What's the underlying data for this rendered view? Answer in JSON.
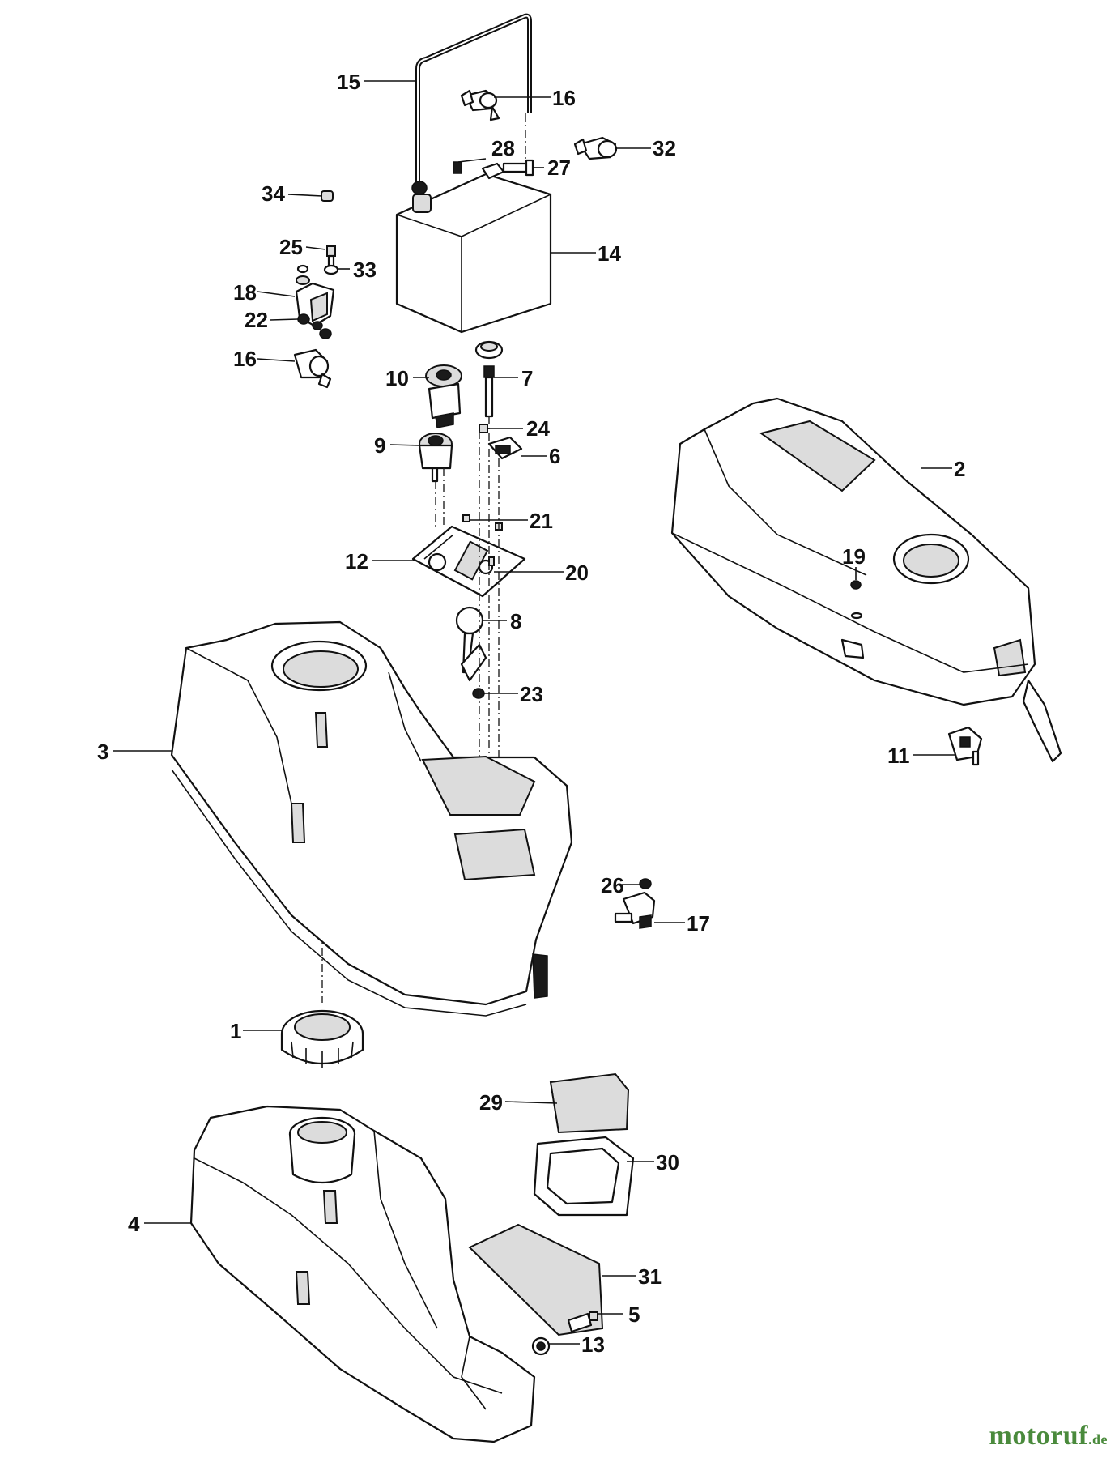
{
  "watermark": {
    "brand": "motoruf",
    "tld": ".de"
  },
  "callouts": {
    "c1": "1",
    "c2": "2",
    "c3": "3",
    "c4": "4",
    "c5": "5",
    "c6": "6",
    "c7": "7",
    "c8": "8",
    "c9": "9",
    "c10": "10",
    "c11": "11",
    "c12": "12",
    "c13": "13",
    "c14": "14",
    "c15": "15",
    "c16a": "16",
    "c16b": "16",
    "c17": "17",
    "c18": "18",
    "c19": "19",
    "c20": "20",
    "c21": "21",
    "c22": "22",
    "c23": "23",
    "c24": "24",
    "c25": "25",
    "c26": "26",
    "c27": "27",
    "c28": "28",
    "c29": "29",
    "c30": "30",
    "c31": "31",
    "c32": "32",
    "c33": "33",
    "c34": "34"
  },
  "colors": {
    "line": "#111111",
    "background": "#ffffff",
    "watermark": "#4a8a3c"
  }
}
